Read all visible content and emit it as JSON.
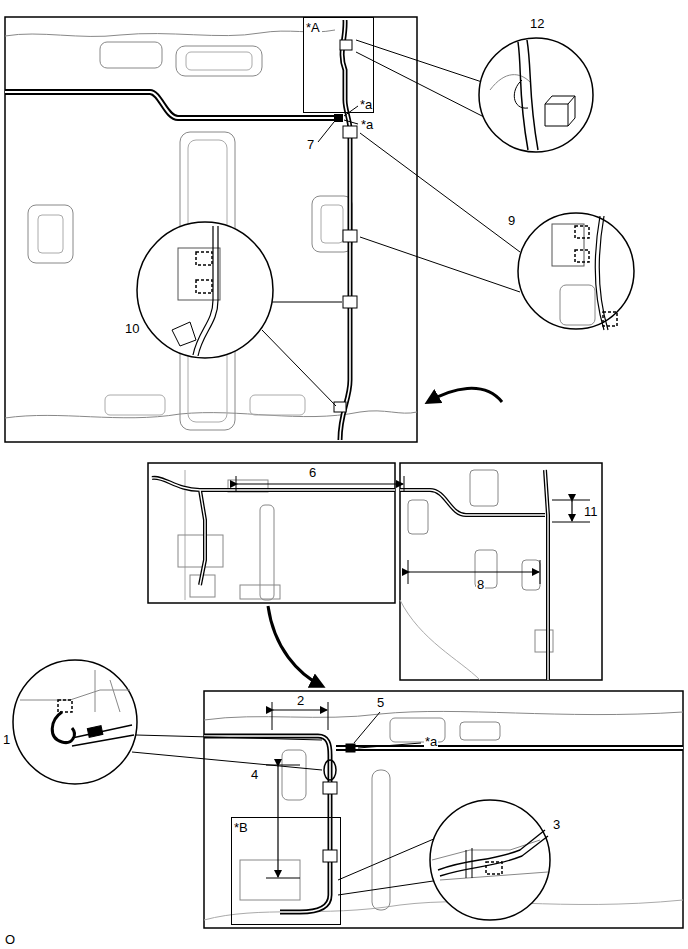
{
  "diagram": {
    "nodes": [
      {
        "text": [
          "*A"
        ]
      },
      {
        "text": [
          "*B"
        ]
      }
    ],
    "labels": [
      "12",
      "*a",
      "*a",
      "7",
      "9",
      "10",
      "6",
      "11",
      "8",
      "1",
      "2",
      "5",
      "*a",
      "4",
      "3",
      "O"
    ]
  }
}
